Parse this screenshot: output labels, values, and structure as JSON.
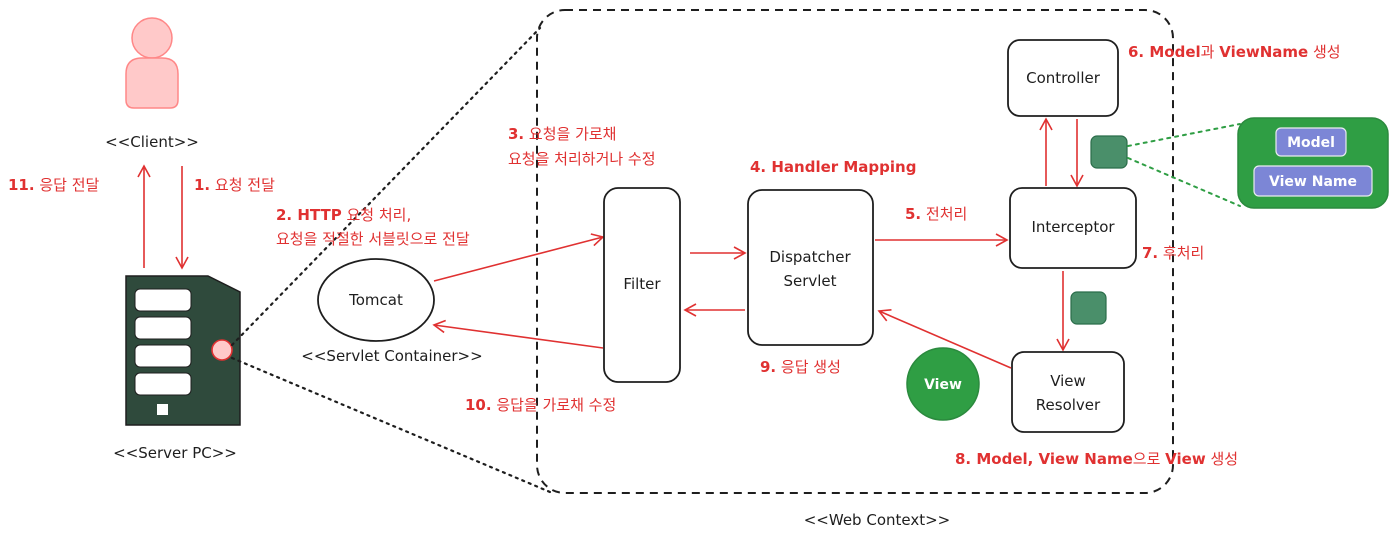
{
  "labels": {
    "client": "<<Client>>",
    "server_pc": "<<Server PC>>",
    "servlet_container": "<<Servlet Container>>",
    "web_context": "<<Web Context>>"
  },
  "nodes": {
    "tomcat": "Tomcat",
    "filter": "Filter",
    "dispatcher_line1": "Dispatcher",
    "dispatcher_line2": "Servlet",
    "controller": "Controller",
    "interceptor": "Interceptor",
    "view_resolver_line1": "View",
    "view_resolver_line2": "Resolver",
    "view": "View"
  },
  "model_view_panel": {
    "model": "Model",
    "view_name": "View Name"
  },
  "steps": {
    "s1_num": "1.",
    "s1_text": " 요청 전달",
    "s2_num": "2. HTTP",
    "s2_text_a": " 요청 처리,",
    "s2_line2": "요청을 적절한 서블릿으로 전달",
    "s3_num": "3.",
    "s3_text": " 요청을 가로채",
    "s3_line2": "요청을 처리하거나 수정",
    "s4": "4. Handler Mapping",
    "s5_num": "5.",
    "s5_text": " 전처리",
    "s6_num": "6. Model",
    "s6_mid": "과 ",
    "s6_vn": "ViewName",
    "s6_end": " 생성",
    "s7_num": "7.",
    "s7_text": " 후처리",
    "s8_num": "8. Model, View Name",
    "s8_mid": "으로 ",
    "s8_view": "View",
    "s8_end": " 생성",
    "s9_num": "9.",
    "s9_text": " 응답 생성",
    "s10_num": "10.",
    "s10_text": " 응답을 가로채 수정",
    "s11_num": "11.",
    "s11_text": " 응답 전달"
  },
  "colors": {
    "accent_red": "#e03131",
    "client_fill": "#ffc9c9",
    "server_fill": "#2f4a3c",
    "green_dark": "#2f9e44",
    "green_box": "#4a8f6a",
    "purple": "#7c86d6"
  }
}
